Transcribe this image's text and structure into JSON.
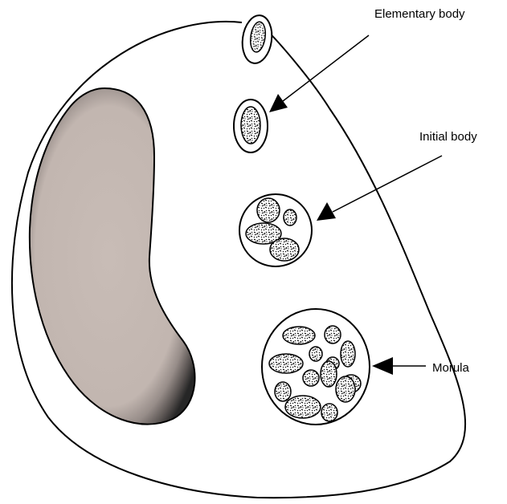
{
  "labels": {
    "elementary_body": "Elementary body",
    "initial_body": "Initial body",
    "morula": "Morula"
  },
  "colors": {
    "cell_fill": "#ffffff",
    "outline": "#000000",
    "nucleus_center": "#c8bcb6",
    "nucleus_edge": "#262626"
  }
}
